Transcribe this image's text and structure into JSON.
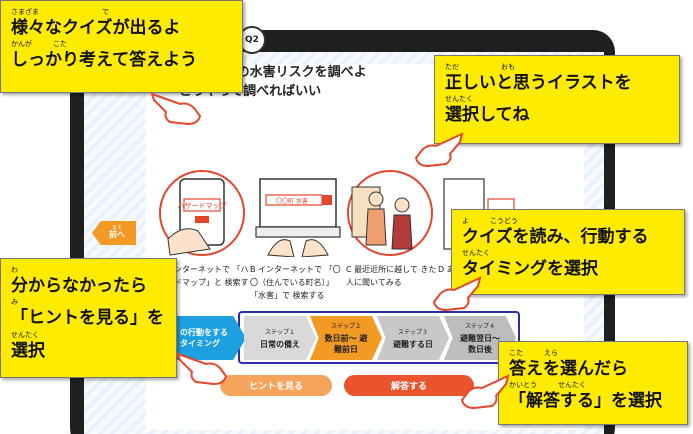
{
  "question": {
    "number": "Q2",
    "line1": "住んでいるエリアの水害リスクを調べよ",
    "line2": "どうやって調べればいい"
  },
  "choices": [
    {
      "text": "A インターネットで 「ハザードマップ」と 検索する",
      "image_label": "ハザードマップ"
    },
    {
      "text": "B インターネットで 「〇〇（住んでいる町名）」「水害」で 検索する",
      "image_label": "〇〇町 水害"
    },
    {
      "text": "C 最近近所に越して きた人に聞いてみる"
    },
    {
      "text": "D あ 図"
    }
  ],
  "prev_button": {
    "ruby": "まえ",
    "label": "前へ"
  },
  "timing": {
    "label_line1": "の行動をする",
    "label_line2": "タイミング"
  },
  "steps": [
    {
      "no": "ステップ１",
      "label": "日常の備え"
    },
    {
      "no": "ステップ２",
      "label": "数日前〜 避難前日"
    },
    {
      "no": "ステップ３",
      "label": "避難する日"
    },
    {
      "no": "ステップ４",
      "label": "避難翌日〜 数日後"
    }
  ],
  "buttons": {
    "hint": "ヒントを見る",
    "answer": "解答する"
  },
  "callouts": {
    "c1": {
      "ruby1": "さまざま　　　　　　　　　で",
      "line1": "様々なクイズが出るよ",
      "ruby2": "かんが　　　こた",
      "line2": "しっかり考えて答えよう"
    },
    "c2": {
      "ruby1": "ただ　　　　　　おも",
      "line1": "正しいと思うイラストを",
      "ruby2": "せんたく",
      "line2": "選択してね"
    },
    "c3": {
      "ruby1": "よ　　　こうどう",
      "line1": "クイズを読み、行動する",
      "ruby2": "せんたく",
      "line2": "タイミングを選択"
    },
    "c4": {
      "ruby1": "わ",
      "line1": "分からなかったら",
      "ruby2": "み",
      "line2": "「ヒントを見る」を",
      "ruby3": "せんたく",
      "line3": "選択"
    },
    "c5": {
      "ruby1": "こた　　　えら",
      "line1": "答えを選んだら",
      "ruby2": "かいとう　　　せんたく",
      "line2": "「解答する」を選択"
    }
  },
  "colors": {
    "callout": "#ffeb00",
    "accent_orange": "#f29a24",
    "answer_red": "#e9542f",
    "frame_blue": "#2b2ea8",
    "timing_blue": "#1e9fe0"
  }
}
